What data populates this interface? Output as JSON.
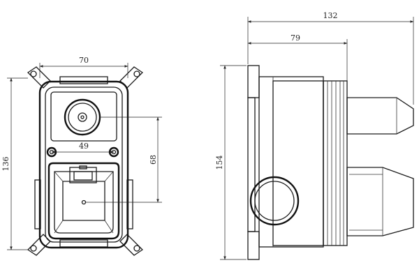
{
  "front_view": {
    "width_dim": "70",
    "height_dim": "136",
    "center_dim": "49",
    "spacing_dim": "68"
  },
  "side_view": {
    "depth_total_dim": "132",
    "depth_body_dim": "79",
    "height_dim": "154"
  },
  "colors": {
    "line": "#1a1a1a",
    "background": "#ffffff"
  }
}
